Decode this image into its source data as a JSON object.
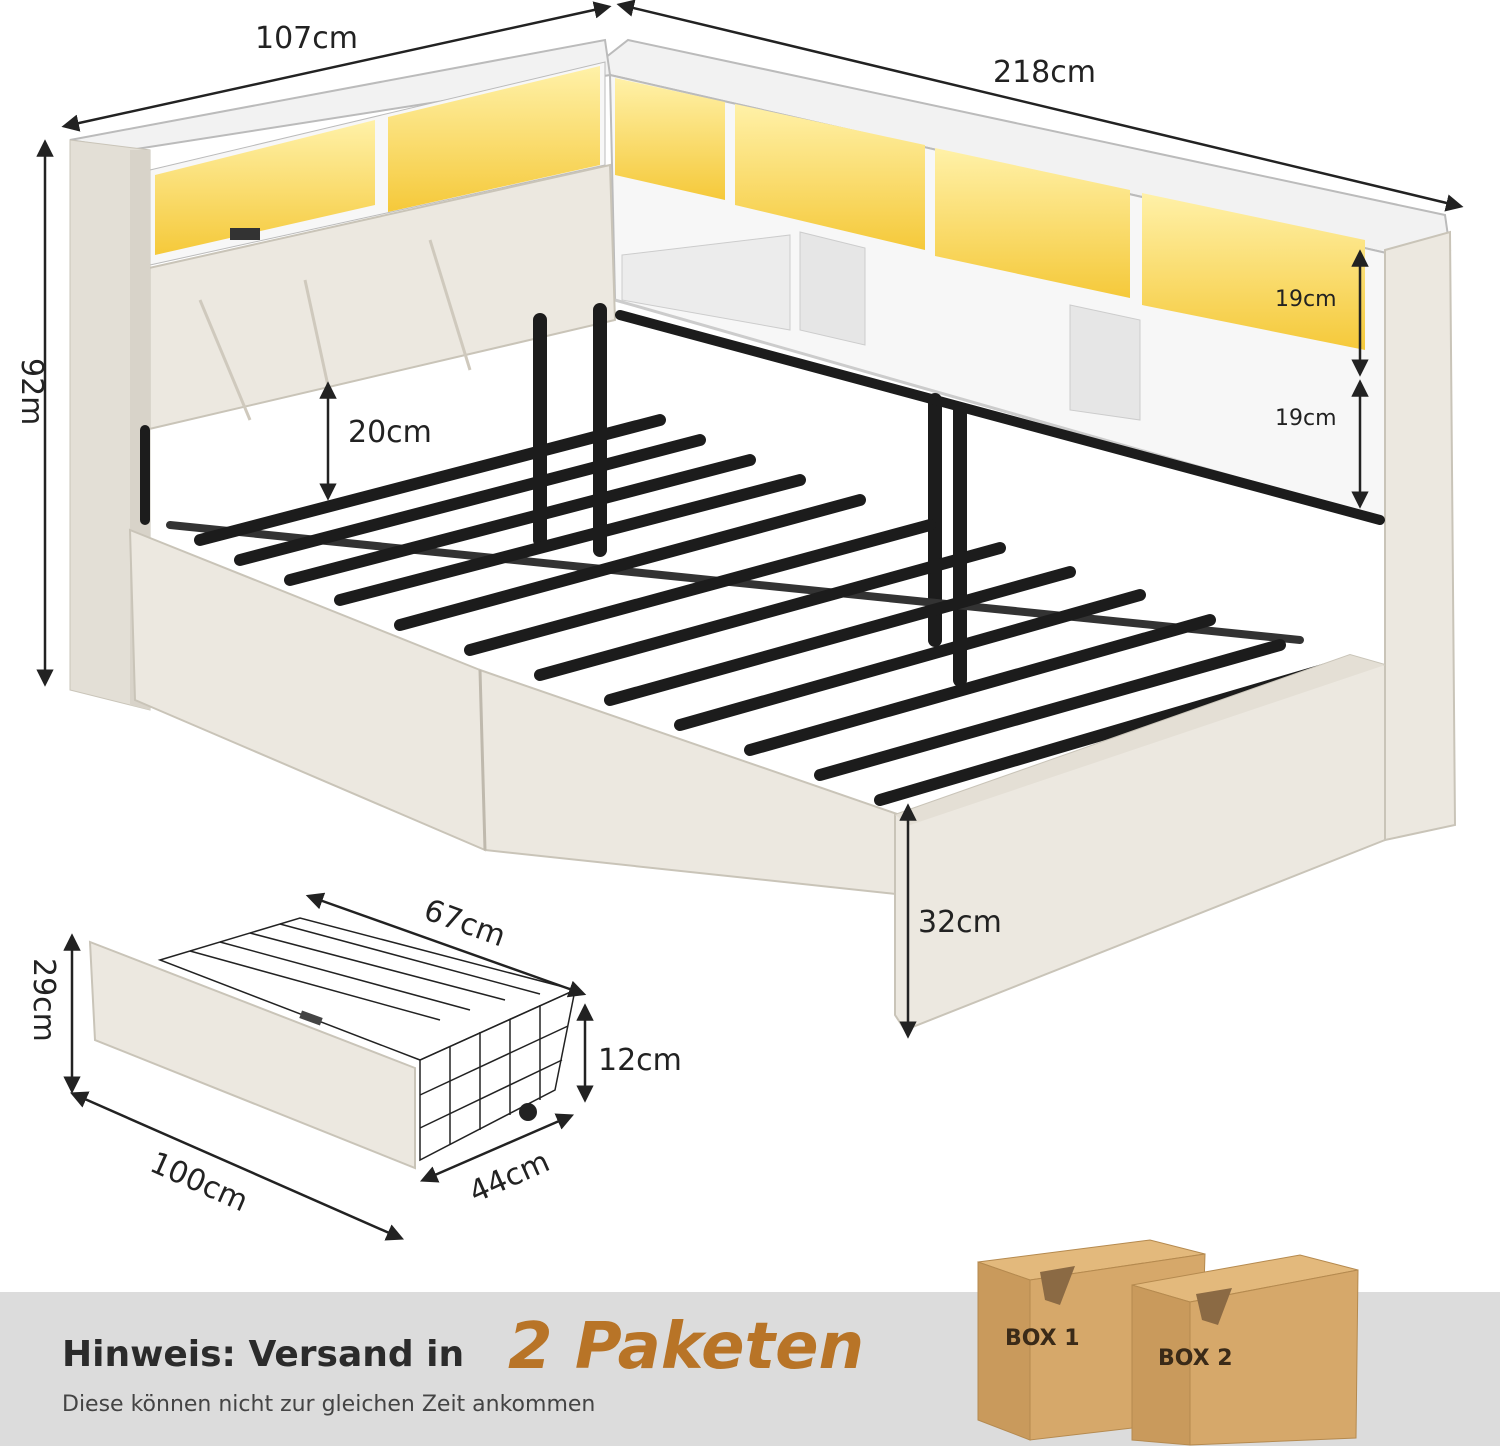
{
  "dimensions": {
    "width_depth": "107cm",
    "length": "218cm",
    "height": "92m",
    "shelf_upper": "19cm",
    "shelf_lower": "19cm",
    "underbed_clearance": "20cm",
    "side_rail_height": "32cm"
  },
  "drawer": {
    "length": "100cm",
    "basket_length": "67cm",
    "height": "29cm",
    "basket_height": "12cm",
    "depth": "44cm"
  },
  "shipping": {
    "note_label": "Hinweis: Versand in",
    "package_count": "2 Paketen",
    "subtitle": "Diese können nicht zur gleichen Zeit ankommen",
    "box1_label": "BOX 1",
    "box2_label": "BOX 2"
  },
  "colors": {
    "upholstery": "#ece8e0",
    "frame": "#1c1c1c",
    "led": "#ffd84a",
    "shelf": "#f7f7f7",
    "cardboard": "#d6a86a",
    "accent": "#b87427",
    "banner": "#dcdcdc"
  }
}
